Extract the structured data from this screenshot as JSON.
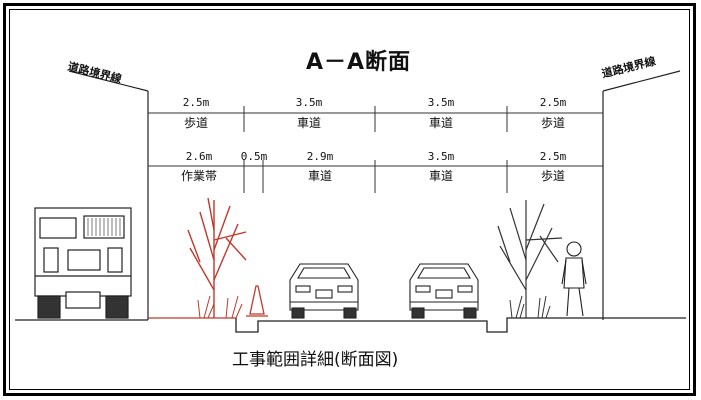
{
  "title": "A－A断面",
  "caption": "工事範囲詳細(断面図)",
  "boundary": {
    "left": "道路境界線",
    "right": "道路境界線"
  },
  "row1": [
    {
      "width": "2.5m",
      "label": "歩道"
    },
    {
      "width": "3.5m",
      "label": "車道"
    },
    {
      "width": "3.5m",
      "label": "車道"
    },
    {
      "width": "2.5m",
      "label": "歩道"
    }
  ],
  "row2": [
    {
      "width": "2.6m",
      "label": "作業帯"
    },
    {
      "width": "0.5m",
      "label": ""
    },
    {
      "width": "2.9m",
      "label": "車道"
    },
    {
      "width": "3.5m",
      "label": "車道"
    },
    {
      "width": "2.5m",
      "label": "歩道"
    }
  ],
  "colors": {
    "work_zone": "#c0392b",
    "line": "#222222"
  }
}
